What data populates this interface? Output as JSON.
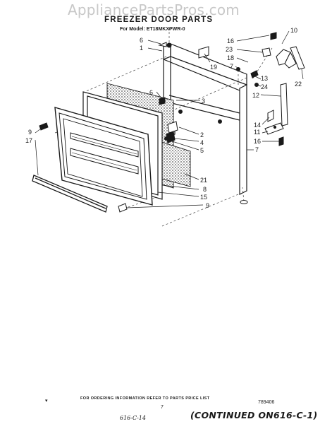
{
  "watermark": "AppliancePartsPros.com",
  "header": {
    "title": "FREEZER DOOR PARTS",
    "model": "For Model: ET18MKXPWR-0"
  },
  "callouts": {
    "c10": "10",
    "c16a": "16",
    "c6a": "6",
    "c1": "1",
    "c23": "23",
    "c18": "18",
    "c19": "19",
    "c7a": "7",
    "c13": "13",
    "c22": "22",
    "c24": "24",
    "c12": "12",
    "c6b": "6",
    "c3": "3",
    "c14": "14",
    "c9a": "9",
    "c17": "17",
    "c2": "2",
    "c4": "4",
    "c5": "5",
    "c11": "11",
    "c16b": "16",
    "c7b": "7",
    "c21": "21",
    "c8": "8",
    "c15": "15",
    "c9b": "9"
  },
  "footer": {
    "note": "FOR ORDERING INFORMATION REFER TO PARTS PRICE LIST",
    "page": "7",
    "code": "789406",
    "tick": "▾",
    "handwritten_left": "616-C-14",
    "continued": "(CONTINUED ON616-C-1)"
  }
}
